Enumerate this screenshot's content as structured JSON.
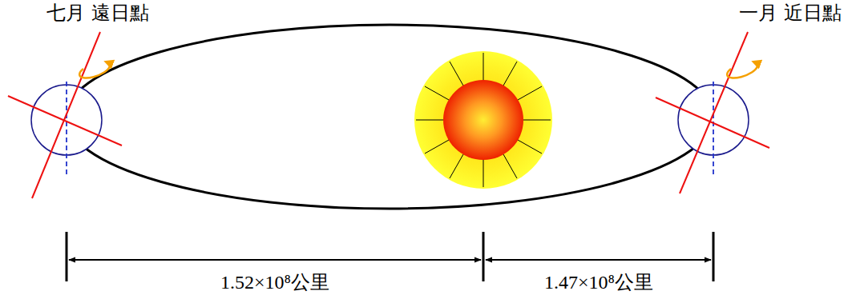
{
  "diagram": {
    "labels": [
      "七月 遠日點",
      "一月 近日點",
      "1.52×10⁸公里",
      "1.47×10⁸公里"
    ]
  }
}
